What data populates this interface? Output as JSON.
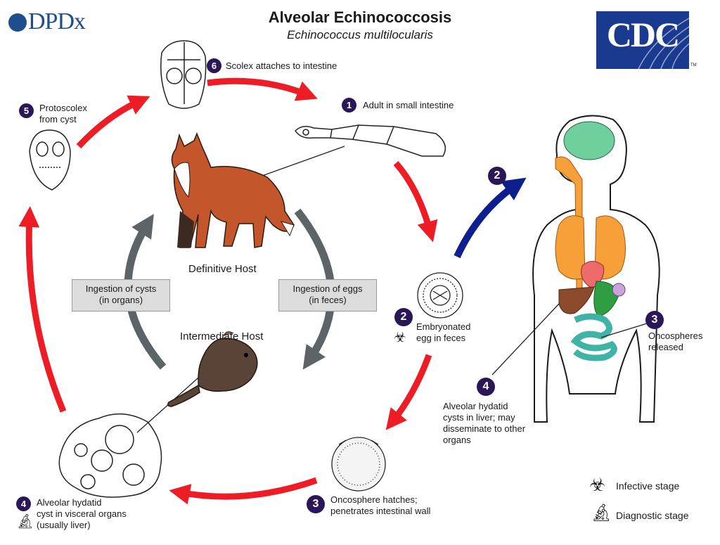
{
  "header": {
    "title": "Alveolar Echinococcosis",
    "subtitle": "Echinococcus multilocularis",
    "logo_left": "DPDx",
    "logo_right": "CDC",
    "trademark": "TM"
  },
  "stages": {
    "s1": {
      "num": "1",
      "label": "Adult in small intestine"
    },
    "s2_top": {
      "num": "2"
    },
    "s2_egg": {
      "num": "2",
      "label_line1": "Embryonated",
      "label_line2": "egg in feces"
    },
    "s3_human": {
      "num": "3",
      "label_line1": "Oncospheres",
      "label_line2": "released"
    },
    "s4_human": {
      "num": "4",
      "label_line1": "Alveolar hydatid",
      "label_line2": "cysts in liver; may",
      "label_line3": "disseminate to other",
      "label_line4": "organs"
    },
    "s3_bottom": {
      "num": "3",
      "label_line1": "Oncosphere hatches;",
      "label_line2": "penetrates intestinal wall"
    },
    "s4_bottom": {
      "num": "4",
      "label_line1": "Alveolar hydatid",
      "label_line2": "cyst in visceral organs",
      "label_line3": "(usually liver)"
    },
    "s5": {
      "num": "5",
      "label_line1": "Protoscolex",
      "label_line2": "from cyst"
    },
    "s6": {
      "num": "6",
      "label": "Scolex attaches to intestine"
    }
  },
  "hosts": {
    "definitive": "Definitive Host",
    "intermediate": "Intermediate Host"
  },
  "boxes": {
    "cysts_line1": "Ingestion of cysts",
    "cysts_line2": "(in organs)",
    "eggs_line1": "Ingestion of eggs",
    "eggs_line2": "(in feces)"
  },
  "legend": {
    "infective": "Infective stage",
    "diagnostic": "Diagnostic stage"
  },
  "colors": {
    "red_arrow": "#ee1c24",
    "blue_arrow": "#0d1f8f",
    "gray_arrow": "#5d6468",
    "number_badge": "#2a1757",
    "brain": "#6fcf9d",
    "lungs": "#f7a03a",
    "liver": "#8b4a2b",
    "stomach": "#2f9e43",
    "intestine": "#3fb4a6",
    "heart": "#ee6b6b",
    "fox": "#c3562a"
  },
  "icons": [
    "biohazard-icon",
    "microscope-icon"
  ]
}
